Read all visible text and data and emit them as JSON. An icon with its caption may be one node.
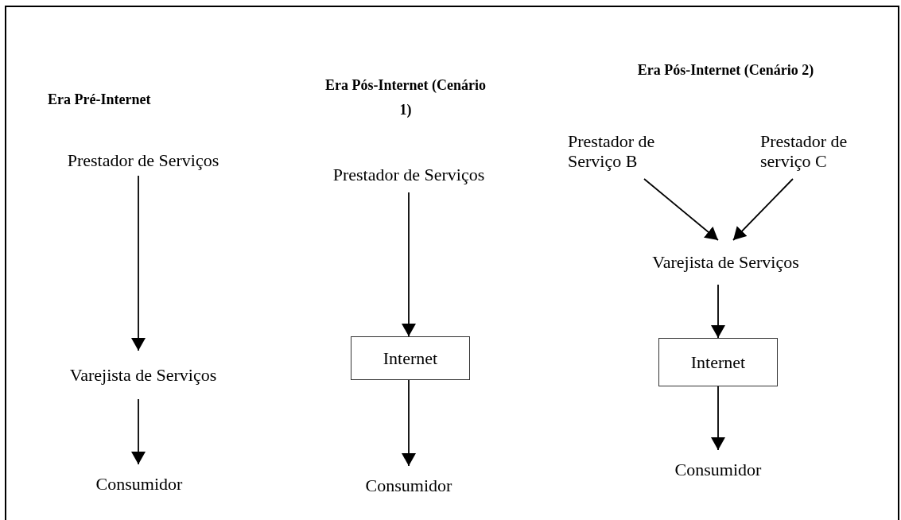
{
  "diagram": {
    "nodes": [
      {
        "text": [
          "Prestador de Serviços"
        ]
      },
      {
        "text": [
          "Varejista de Serviços"
        ]
      },
      {
        "text": [
          "Consumidor"
        ]
      },
      {
        "text": [
          "Prestador de Serviços"
        ]
      },
      {
        "text": [
          "Internet"
        ]
      },
      {
        "text": [
          "Consumidor"
        ]
      },
      {
        "text": [
          "Prestador de Serviço B"
        ]
      },
      {
        "text": [
          "Prestador de serviço C"
        ]
      },
      {
        "text": [
          "Varejista de Serviços"
        ]
      },
      {
        "text": [
          "Internet"
        ]
      },
      {
        "text": [
          "Consumidor"
        ]
      }
    ],
    "edges": [
      {
        "from": 0,
        "to": 1,
        "arrow": "to"
      },
      {
        "from": 1,
        "to": 2,
        "arrow": "to"
      },
      {
        "from": 3,
        "to": 4,
        "arrow": "to"
      },
      {
        "from": 4,
        "to": 5,
        "arrow": "to"
      },
      {
        "from": 6,
        "to": 8,
        "arrow": "to"
      },
      {
        "from": 7,
        "to": 8,
        "arrow": "to"
      },
      {
        "from": 8,
        "to": 9,
        "arrow": "to"
      },
      {
        "from": 9,
        "to": 10,
        "arrow": "to"
      }
    ],
    "labels": [
      "Era Pré-Internet",
      "Era Pós-Internet (Cenário 1)",
      "Era Pós-Internet (Cenário 2)"
    ]
  }
}
